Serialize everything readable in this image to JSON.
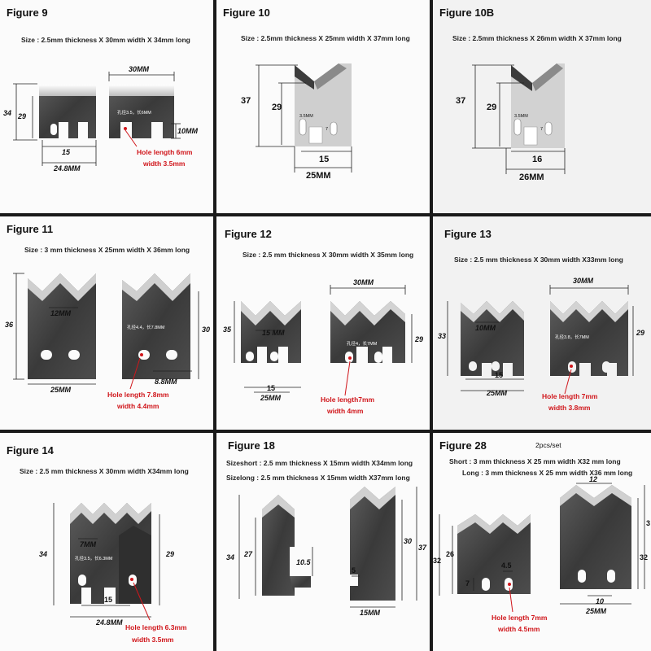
{
  "figures": [
    {
      "id": "fig9",
      "title": "Figure  9",
      "size": "Size : 2.5mm thickness  X 30mm width X 34mm long",
      "labels": [
        "34",
        "29",
        "15",
        "24.8MM",
        "30MM",
        "10MM"
      ],
      "hole_note": "孔径3.5，长6MM",
      "red": [
        "Hole length 6mm",
        "width 3.5mm"
      ]
    },
    {
      "id": "fig10",
      "title": "Figure  10",
      "size": "Size : 2.5mm thickness  X 25mm width X 37mm long",
      "labels": [
        "37",
        "29",
        "3.5MM",
        "7",
        "15",
        "25MM"
      ]
    },
    {
      "id": "fig10b",
      "title": "Figure  10B",
      "size": "Size : 2.5mm thickness  X 26mm width X 37mm long",
      "labels": [
        "37",
        "29",
        "3.5MM",
        "7",
        "16",
        "26MM"
      ]
    },
    {
      "id": "fig11",
      "title": "Figure  11",
      "size": "Size : 3 mm thickness  X 25mm width X 36mm long",
      "labels": [
        "36",
        "12MM",
        "25MM",
        "30",
        "8.8MM"
      ],
      "hole_note": "孔径4.4，长7.8MM",
      "red": [
        "Hole length 7.8mm",
        "width 4.4mm"
      ]
    },
    {
      "id": "fig12",
      "title": "Figure  12",
      "size": "Size : 2.5 mm thickness  X 30mm width X 35mm long",
      "labels": [
        "35",
        "15 MM",
        "15",
        "25MM",
        "30MM",
        "29"
      ],
      "hole_note": "孔径4，长7MM",
      "red": [
        "Hole length7mm",
        "width 4mm"
      ]
    },
    {
      "id": "fig13",
      "title": "Figure  13",
      "size": "Size : 2.5 mm thickness  X 30mm width X33mm long",
      "labels": [
        "33",
        "10MM",
        "15",
        "25MM",
        "30MM",
        "29"
      ],
      "hole_note": "孔径3.8，长7MM",
      "red": [
        "Hole length 7mm",
        "width 3.8mm"
      ]
    },
    {
      "id": "fig14",
      "title": "Figure  14",
      "size": "Size : 2.5 mm thickness  X 30mm width X34mm long",
      "labels": [
        "34",
        "7MM",
        "15",
        "24.8MM",
        "29"
      ],
      "hole_note": "孔径3.5，长6.3MM",
      "red": [
        "Hole length 6.3mm",
        "width 3.5mm"
      ]
    },
    {
      "id": "fig18",
      "title": "Figure  18",
      "size": "Sizeshort : 2.5 mm thickness  X 15mm width X34mm long",
      "size2": "Sizelong : 2.5 mm thickness  X 15mm width X37mm long",
      "labels": [
        "34",
        "27",
        "10.5",
        "5",
        "30",
        "37",
        "15MM"
      ]
    },
    {
      "id": "fig28",
      "title": "Figure  28",
      "extra": "2pcs/set",
      "size": "Short : 3  mm thickness  X 25 mm width X32 mm long",
      "size2": "Long : 3  mm thickness  X 25 mm width X36 mm long",
      "labels": [
        "32",
        "26",
        "7",
        "4.5",
        "12",
        "32",
        "10",
        "25MM",
        "3"
      ],
      "red": [
        "Hole length 7mm",
        "width 4.5mm"
      ]
    }
  ]
}
